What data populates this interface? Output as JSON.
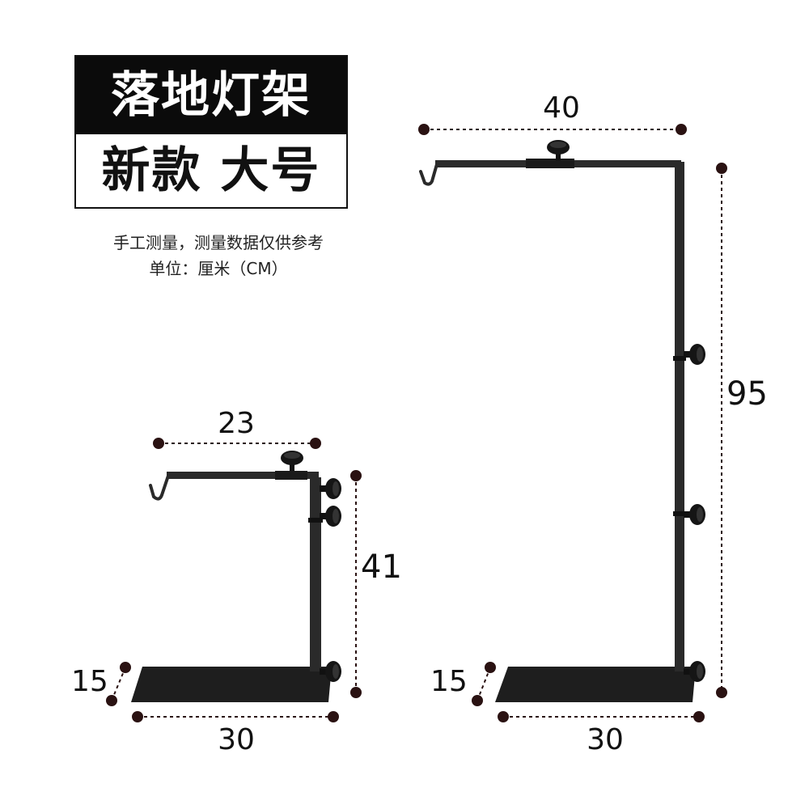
{
  "title": {
    "main": "落地灯架",
    "sub": "新款 大号"
  },
  "notes": {
    "measurement": "手工测量，测量数据仅供参考",
    "unit": "单位：厘米（CM）"
  },
  "small_stand": {
    "arm_length": "23",
    "height": "41",
    "base_depth": "15",
    "base_width": "30"
  },
  "large_stand": {
    "arm_length": "40",
    "height": "95",
    "base_depth": "15",
    "base_width": "30"
  },
  "colors": {
    "metal": "#1e1e1e",
    "dimension": "#2a1212",
    "title_bg": "#0b0b0b"
  }
}
